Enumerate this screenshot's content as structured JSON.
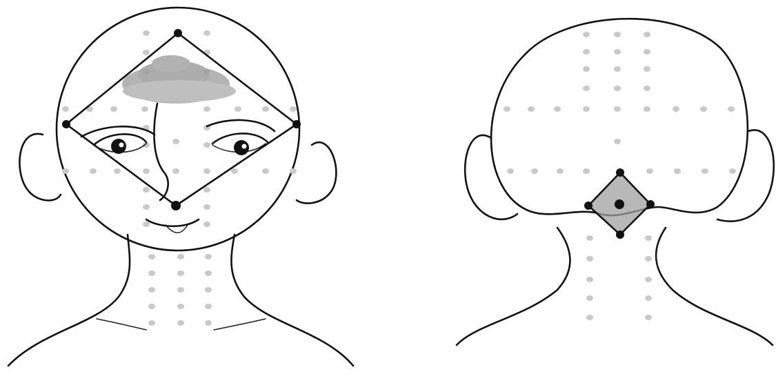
{
  "figure": {
    "views": [
      {
        "view": "front",
        "region_shape": "diamond",
        "shaded": "forehead",
        "vertex_count": 4
      },
      {
        "view": "back",
        "region_shape": "small diamond",
        "shaded": "nape of neck",
        "vertex_count": 4,
        "center_point": true
      }
    ],
    "colors": {
      "outline": "#111111",
      "guide_dots": "#c9c9c9",
      "shading": "#9e9e9e",
      "background": "#ffffff"
    }
  }
}
